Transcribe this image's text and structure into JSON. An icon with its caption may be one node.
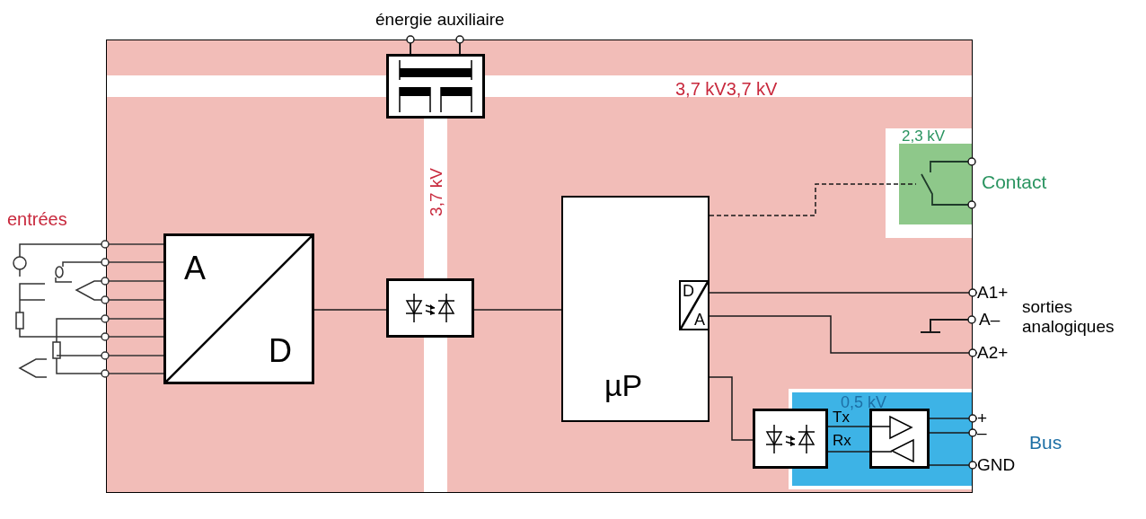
{
  "diagram": {
    "nodes": [
      {
        "text": [],
        "shape": "box"
      },
      {
        "text": [
          "2,3 kV"
        ]
      },
      {
        "text": [],
        "shape": "switch",
        "in": 1
      },
      {
        "text": [
          "A",
          "D"
        ]
      },
      {
        "text": [],
        "shape": "box"
      },
      {
        "text": [
          "µP"
        ]
      },
      {
        "text": [
          "D",
          "A"
        ],
        "in": 5
      },
      {
        "text": [
          "A1+"
        ]
      },
      {
        "text": [
          "A–"
        ]
      },
      {
        "text": [
          "A2+"
        ]
      },
      {
        "text": [
          "0,5 kV"
        ]
      },
      {
        "text": [],
        "shape": "box"
      },
      {
        "text": [],
        "shape": "box",
        "in": 10
      },
      {
        "text": [
          "+"
        ]
      },
      {
        "text": [
          "–"
        ]
      },
      {
        "text": [
          "GND"
        ]
      }
    ],
    "edges": [
      {
        "from": 3,
        "to": 4,
        "arrow": "none"
      },
      {
        "from": 4,
        "to": 5,
        "arrow": "none"
      },
      {
        "from": 5,
        "to": 2,
        "arrow": "none",
        "style": "dashed"
      },
      {
        "from": 6,
        "to": 7,
        "arrow": "other"
      },
      {
        "from": 6,
        "to": 9,
        "arrow": "other"
      },
      {
        "from": 5,
        "to": 11,
        "arrow": "none"
      },
      {
        "from": 11,
        "to": 12,
        "arrow": "none",
        "label": "Tx"
      },
      {
        "from": 11,
        "to": 12,
        "arrow": "none",
        "label": "Rx"
      },
      {
        "from": 12,
        "to": 13,
        "arrow": "other"
      },
      {
        "from": 12,
        "to": 14,
        "arrow": "other"
      },
      {
        "from": 12,
        "to": 15,
        "arrow": "other"
      }
    ],
    "labels": [
      "énergie auxiliaire",
      "3,7 kV3,7 kV",
      "3,7 kV",
      "Contact",
      "entrées",
      "sorties analogiques",
      "Bus"
    ]
  }
}
